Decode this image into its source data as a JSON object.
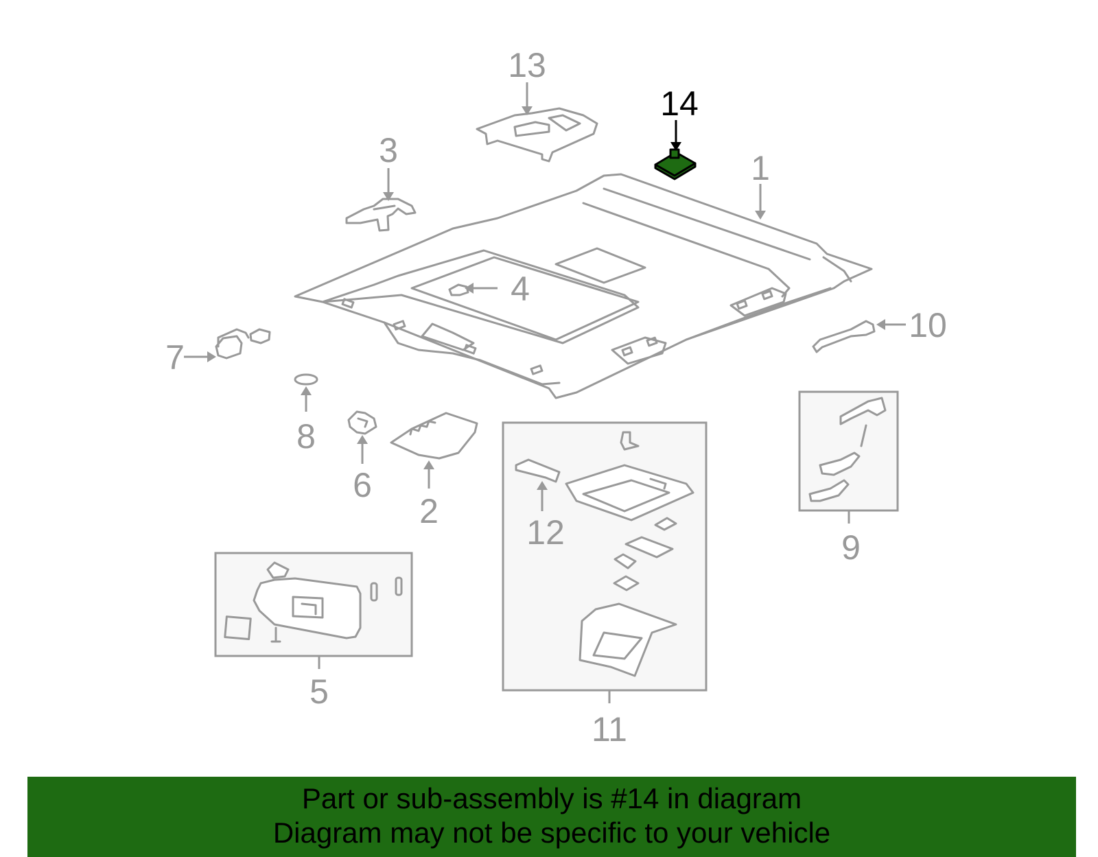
{
  "diagram": {
    "highlight_part": "14",
    "callouts": [
      "1",
      "2",
      "3",
      "4",
      "5",
      "6",
      "7",
      "8",
      "9",
      "10",
      "11",
      "12",
      "13",
      "14"
    ]
  },
  "banner": {
    "line1": "Part or sub-assembly is #14 in diagram",
    "line2": "Diagram may not be specific to your vehicle",
    "color": "#1e6b12"
  }
}
